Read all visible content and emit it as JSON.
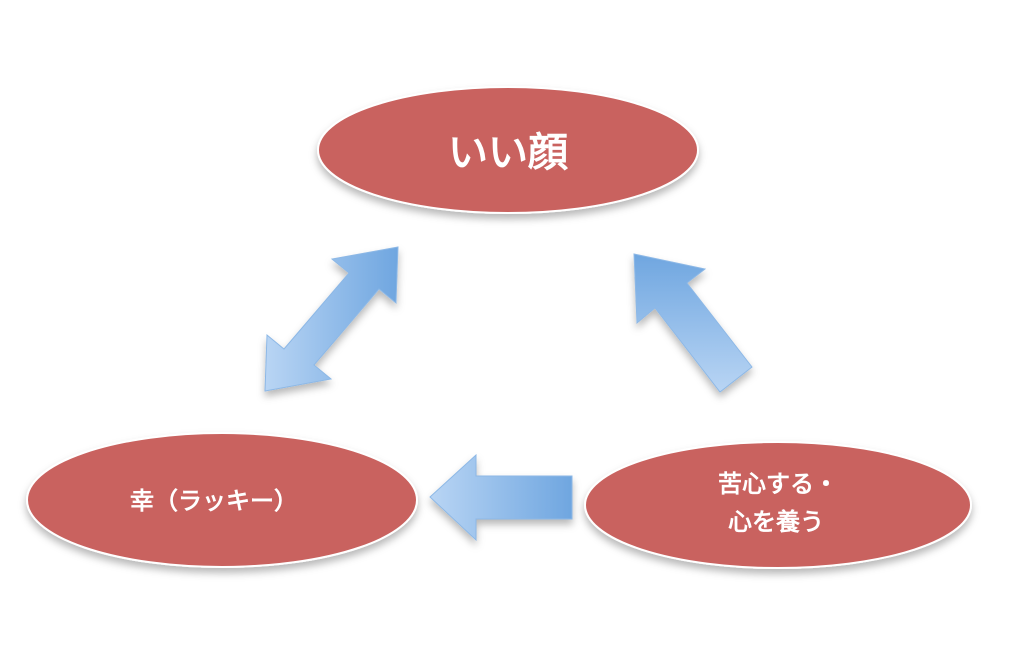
{
  "nodes": {
    "top": {
      "label": "いい顔"
    },
    "left": {
      "label": "幸（ラッキー）"
    },
    "right": {
      "line1": "苦心する・",
      "line2": "心を養う"
    }
  },
  "colors": {
    "node_fill": "#c9625f",
    "node_stroke": "#ffffff",
    "arrow_light": "#b9d5f4",
    "arrow_dark": "#6fa6e0"
  },
  "edges": [
    {
      "from": "left",
      "to": "top",
      "style": "double-headed"
    },
    {
      "from": "right",
      "to": "top",
      "style": "single-headed"
    },
    {
      "from": "right",
      "to": "left",
      "style": "single-headed"
    }
  ]
}
